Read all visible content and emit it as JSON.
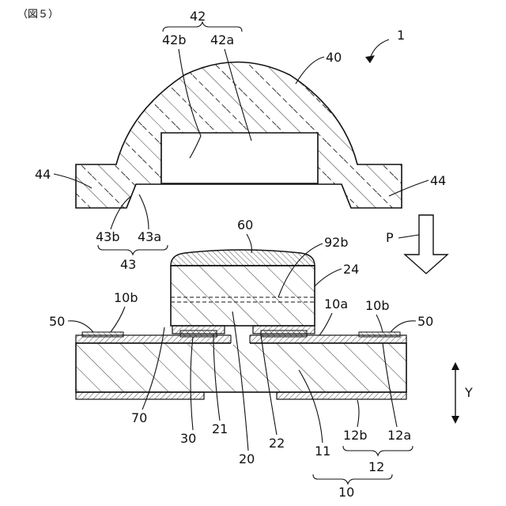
{
  "caption": "（図５）",
  "ref_numerals": {
    "device": "1",
    "lens": "40",
    "recess": "42",
    "recess_b": "42b",
    "recess_a": "42a",
    "lens_flange_left": "44",
    "lens_flange_right": "44",
    "step": "43",
    "step_b": "43b",
    "step_a": "43a",
    "direction_p": "P",
    "coating": "60",
    "layer_92b": "92b",
    "chip_side": "24",
    "surface_10a": "10a",
    "pad_10b_left": "10b",
    "pad_10b_right": "10b",
    "bond_50_left": "50",
    "bond_50_right": "50",
    "underfill": "70",
    "bump_left": "30",
    "electrode_21": "21",
    "chip": "20",
    "electrode_22": "22",
    "base": "11",
    "wiring_b": "12b",
    "wiring_a": "12a",
    "wiring": "12",
    "substrate": "10",
    "axis_y": "Y"
  }
}
